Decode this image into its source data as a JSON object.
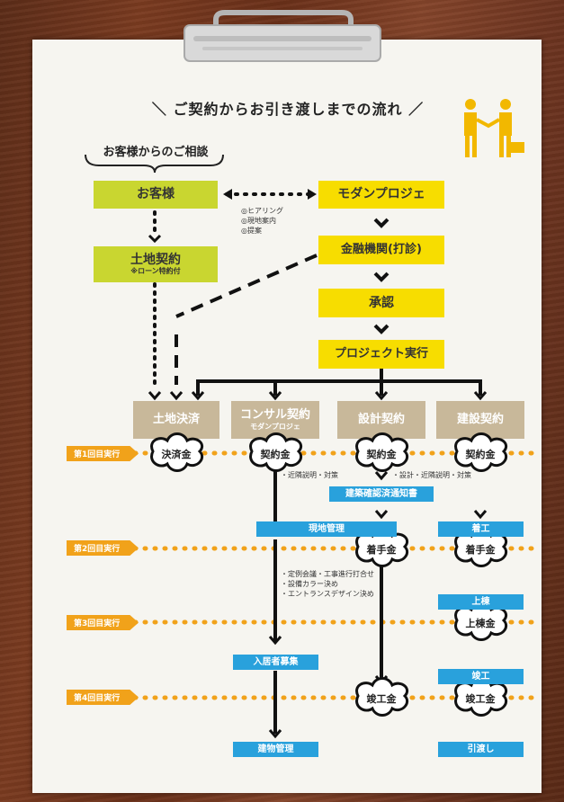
{
  "title": "＼ ご契約からお引き渡しまでの流れ ／",
  "consult_label": "お客様からのご相談",
  "boxes": {
    "customer": "お客様",
    "modern": "モダンプロジェ",
    "land_contract": "土地契約",
    "land_contract_note": "※ローン特約付",
    "bank": "金融機関(打診)",
    "approval": "承認",
    "project": "プロジェクト実行",
    "land_settle": "土地決済",
    "consult_contract": "コンサル契約",
    "consult_contract_sub": "モダンプロジェ",
    "design_contract": "設計契約",
    "build_contract": "建設契約"
  },
  "hearing_notes": [
    "◎ヒアリング",
    "◎現地案内",
    "◎提案"
  ],
  "payments": {
    "settle_fee": "決済金",
    "contract_fee_1": "契約金",
    "contract_fee_2": "契約金",
    "contract_fee_3": "契約金",
    "start_fee_1": "着手金",
    "start_fee_2": "着手金",
    "roof_fee": "上棟金",
    "complete_fee_1": "竣工金",
    "complete_fee_2": "竣工金"
  },
  "notes": {
    "neighbor": "・近隣説明・対策",
    "design_neighbor": "・設計・近隣説明・対策",
    "meetings": [
      "・定例会議・工事進行打合せ",
      "・設備カラー決め",
      "・エントランスデザイン決め"
    ]
  },
  "blue_labels": {
    "confirm": "建築確認済通知書",
    "site": "現地管理",
    "start": "着工",
    "roof": "上棟",
    "recruit": "入居者募集",
    "complete": "竣工",
    "manage": "建物管理",
    "handover": "引渡し"
  },
  "stages": [
    "第1回目実行",
    "第2回目実行",
    "第3回目実行",
    "第4回目実行"
  ],
  "colors": {
    "green": "#c9d630",
    "yellow": "#f7dd00",
    "tan": "#c8b89a",
    "blue": "#29a1dc",
    "orange": "#f1a21a",
    "wood": "#6e331c"
  }
}
